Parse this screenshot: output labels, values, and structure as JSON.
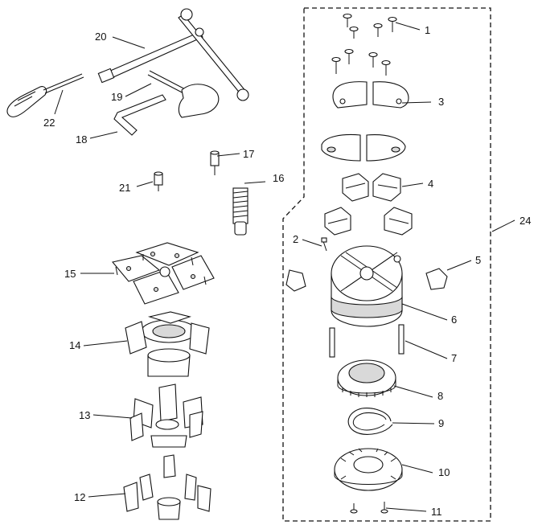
{
  "callouts": {
    "c1": "1",
    "c2": "2",
    "c3": "3",
    "c4": "4",
    "c5": "5",
    "c6": "6",
    "c7": "7",
    "c8": "8",
    "c9": "9",
    "c10": "10",
    "c11": "11",
    "c12": "12",
    "c13": "13",
    "c14": "14",
    "c15": "15",
    "c16": "16",
    "c17": "17",
    "c18": "18",
    "c19": "19",
    "c20": "20",
    "c21": "21",
    "c22": "22",
    "c24": "24"
  }
}
